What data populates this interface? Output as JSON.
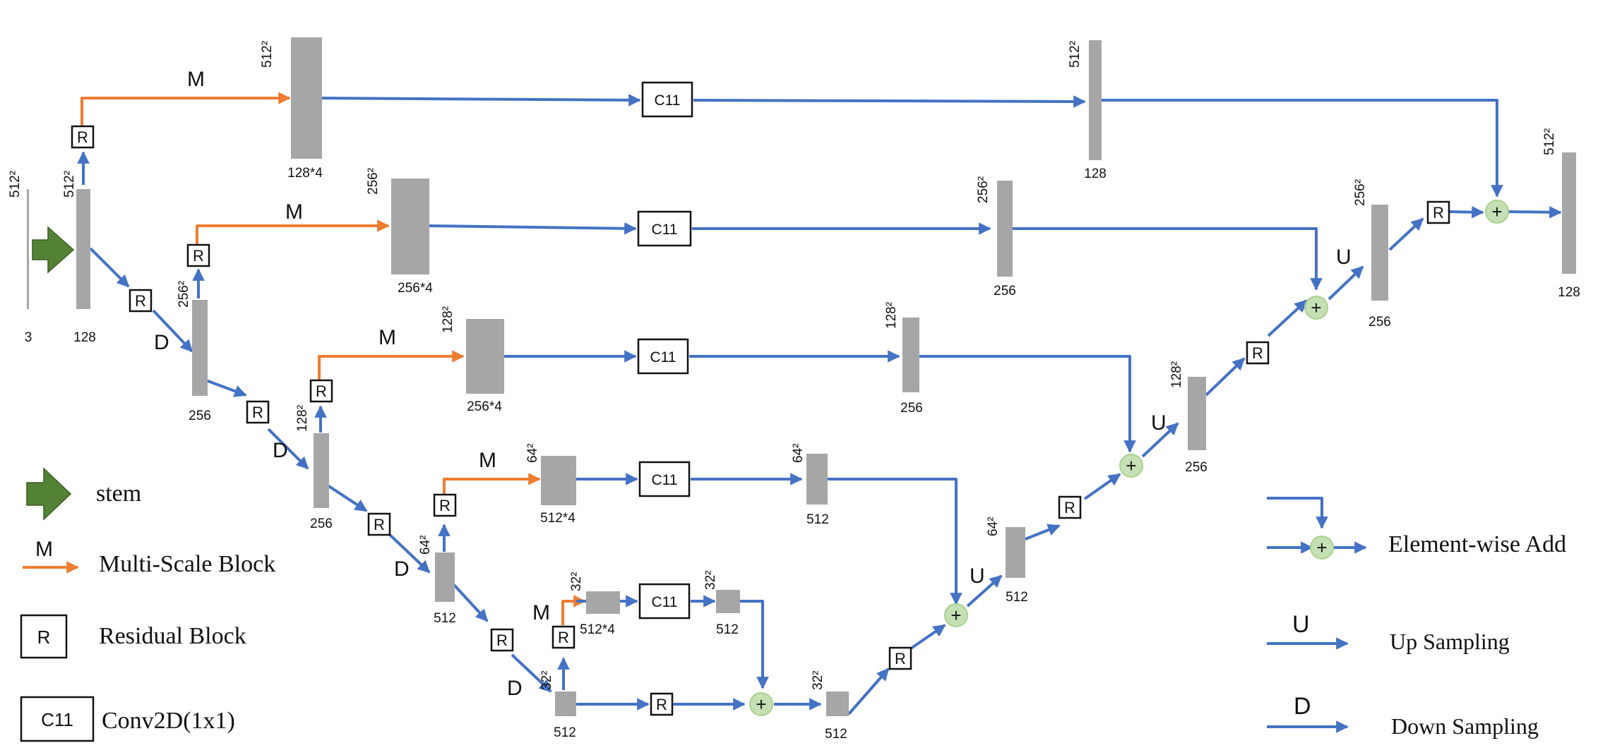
{
  "colors": {
    "feature": "#a6a6a6",
    "flow": "#4472c4",
    "multiscale": "#ed7d31",
    "stem": "#548235",
    "add_fill": "#c5e0b4",
    "add_stroke": "#a9d18e"
  },
  "glyphs": {
    "residual": "R",
    "conv": "C11",
    "multiscale": "M",
    "down": "D",
    "up": "U",
    "add": "+"
  },
  "labels": {
    "input_res": "512²",
    "input_ch": "3",
    "stem_res": "512²",
    "stem_ch": "128",
    "enc1_res": "256²",
    "enc1_ch": "256",
    "enc2_res": "128²",
    "enc2_ch": "256",
    "enc3_res": "64²",
    "enc3_ch": "512",
    "enc4_res": "32²",
    "enc4_ch": "512",
    "ms0_res": "512²",
    "ms0_ch": "128*4",
    "ms1_res": "256²",
    "ms1_ch": "256*4",
    "ms2_res": "128²",
    "ms2_ch": "256*4",
    "ms3_res": "64²",
    "ms3_ch": "512*4",
    "ms4_res": "32²",
    "ms4_ch": "512*4",
    "skip0_res": "512²",
    "skip0_ch": "128",
    "skip1_res": "256²",
    "skip1_ch": "256",
    "skip2_res": "128²",
    "skip2_ch": "256",
    "skip3_res": "64²",
    "skip3_ch": "512",
    "skip4_res": "32²",
    "skip4_ch": "512",
    "bott_res": "32²",
    "bott_ch": "512",
    "dec3_res": "64²",
    "dec3_ch": "512",
    "dec2_res": "128²",
    "dec2_ch": "256",
    "dec1_res": "256²",
    "dec1_ch": "256",
    "out_res": "512²",
    "out_ch": "128"
  },
  "legend": {
    "stem": "stem",
    "multiscale": "Multi-Scale Block",
    "residual": "Residual Block",
    "conv": "Conv2D(1x1)",
    "add": "Element-wise Add",
    "up": "Up Sampling",
    "down": "Down Sampling"
  }
}
